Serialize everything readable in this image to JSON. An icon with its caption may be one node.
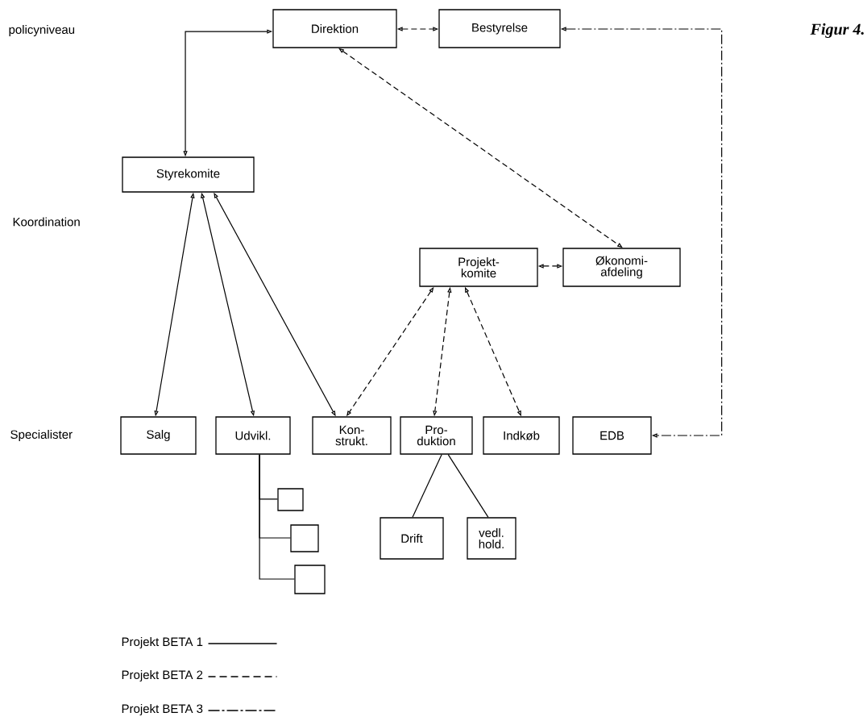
{
  "diagram": {
    "title": "Figur 4.",
    "nodes": [
      {
        "text": [
          "Direktion"
        ]
      },
      {
        "text": [
          "Bestyrelse"
        ]
      },
      {
        "text": [
          "Styrekomite"
        ]
      },
      {
        "text": [
          "Projekt-komite"
        ]
      },
      {
        "text": [
          "Økonomi-afdeling"
        ]
      },
      {
        "text": [
          "Salg"
        ]
      },
      {
        "text": [
          "Udvikl."
        ]
      },
      {
        "text": [
          "Kon-strukt."
        ]
      },
      {
        "text": [
          "Pro-duktion"
        ]
      },
      {
        "text": [
          "Indkøb"
        ]
      },
      {
        "text": [
          "EDB"
        ]
      },
      {
        "text": [],
        "shape": "box"
      },
      {
        "text": [],
        "shape": "box"
      },
      {
        "text": [],
        "shape": "box"
      },
      {
        "text": [
          "Drift"
        ]
      },
      {
        "text": [
          "vedl. hold."
        ]
      }
    ],
    "edges": [
      {
        "from": 0,
        "to": 2,
        "arrow": "both"
      },
      {
        "from": 0,
        "to": 1,
        "arrow": "both",
        "style": "dashed"
      },
      {
        "from": 1,
        "to": 10,
        "arrow": "both",
        "style": "dashed"
      },
      {
        "from": 0,
        "to": 4,
        "arrow": "both",
        "style": "dashed"
      },
      {
        "from": 2,
        "to": 5,
        "arrow": "both"
      },
      {
        "from": 2,
        "to": 6,
        "arrow": "both"
      },
      {
        "from": 2,
        "to": 7,
        "arrow": "both"
      },
      {
        "from": 3,
        "to": 4,
        "arrow": "both",
        "style": "dashed"
      },
      {
        "from": 3,
        "to": 7,
        "arrow": "both",
        "style": "dashed"
      },
      {
        "from": 3,
        "to": 8,
        "arrow": "both",
        "style": "dashed"
      },
      {
        "from": 3,
        "to": 9,
        "arrow": "both",
        "style": "dashed"
      },
      {
        "from": 6,
        "to": 11,
        "arrow": "none"
      },
      {
        "from": 6,
        "to": 12,
        "arrow": "none"
      },
      {
        "from": 6,
        "to": 13,
        "arrow": "none"
      },
      {
        "from": 8,
        "to": 14,
        "arrow": "none"
      },
      {
        "from": 8,
        "to": 15,
        "arrow": "none"
      }
    ],
    "labels": [
      "policyniveau",
      "Koordination",
      "Specialister"
    ],
    "legend": [
      {
        "text": "Projekt BETA 1"
      },
      {
        "text": "Projekt BETA 2"
      },
      {
        "text": "Projekt BETA 3"
      }
    ]
  }
}
